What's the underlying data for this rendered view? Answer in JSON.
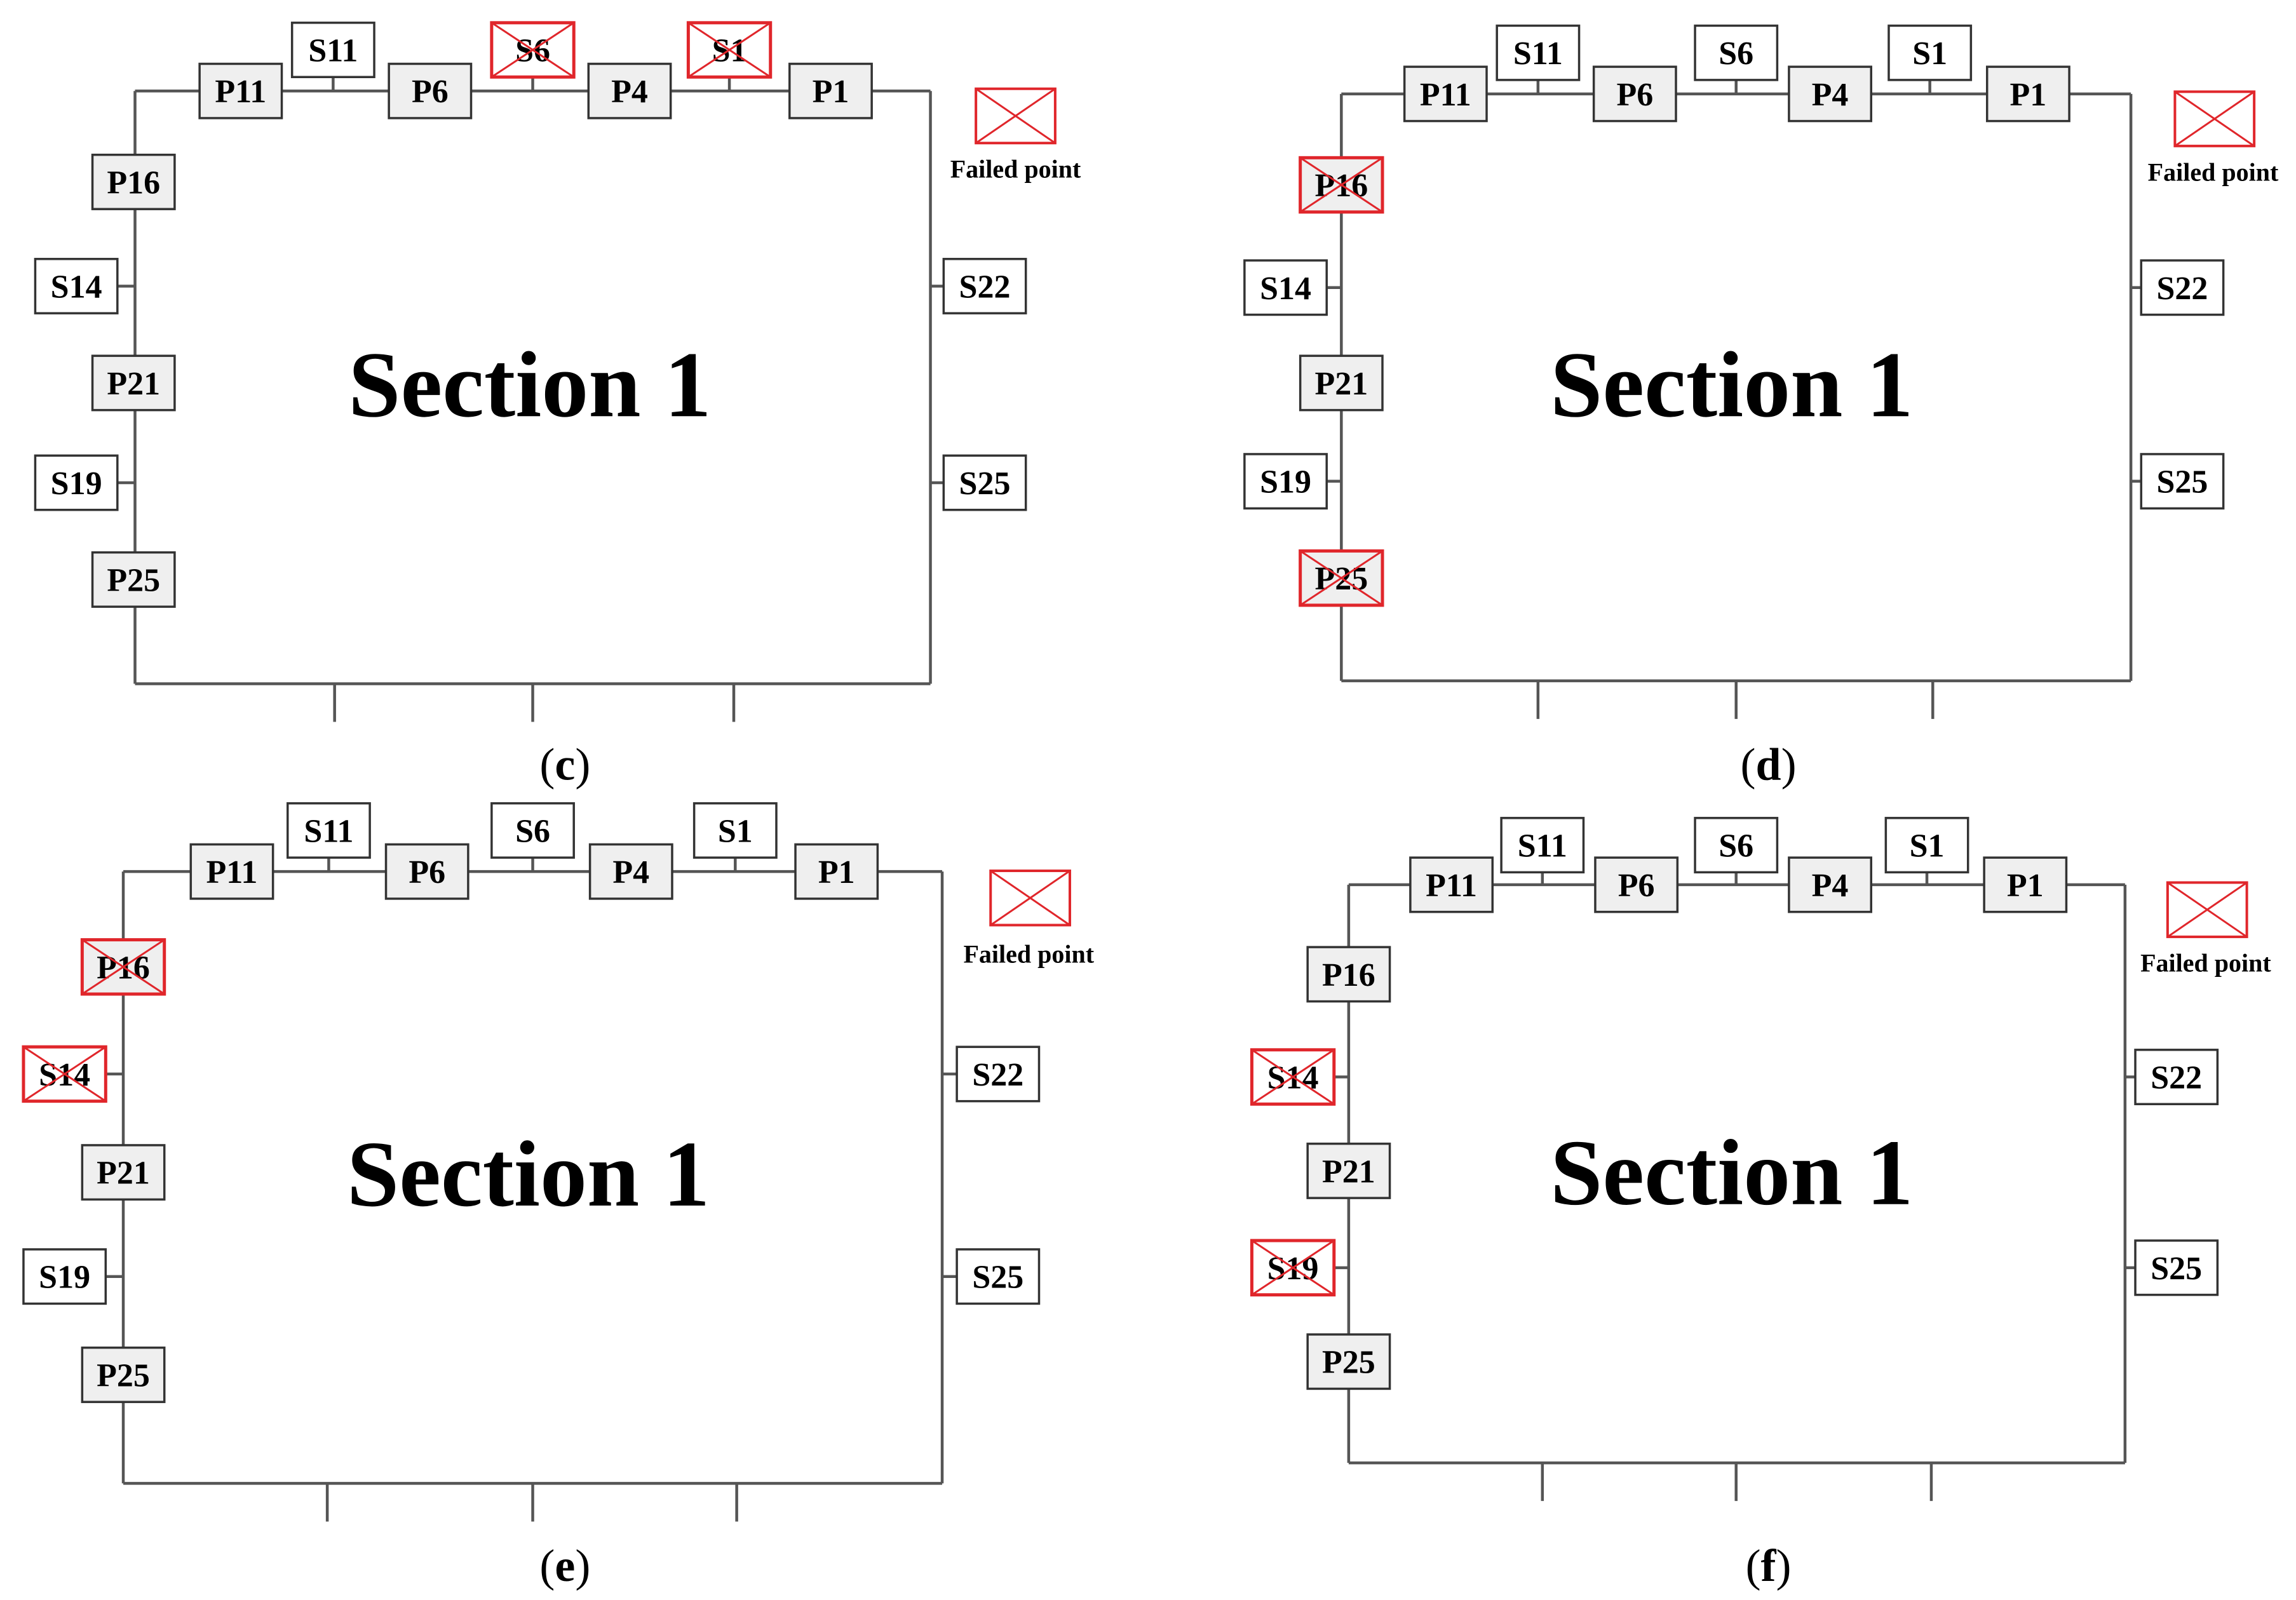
{
  "legend_label": "Failed point",
  "section_title": "Section 1",
  "colors": {
    "line": "#555555",
    "box_border": "#333333",
    "fail": "#e0262b",
    "p_fill": "#efefef",
    "s_fill": "#ffffff"
  },
  "panels": [
    {
      "id": "c",
      "caption": "(c)",
      "caption_letter": "c",
      "failed": [
        "S6",
        "S1"
      ]
    },
    {
      "id": "d",
      "caption": "(d)",
      "caption_letter": "d",
      "failed": [
        "P16",
        "P25"
      ]
    },
    {
      "id": "e",
      "caption": "(e)",
      "caption_letter": "e",
      "failed": [
        "P16",
        "S14"
      ]
    },
    {
      "id": "f",
      "caption": "(f)",
      "caption_letter": "f",
      "failed": [
        "S14",
        "S19"
      ]
    }
  ],
  "nodes": {
    "top_primary": [
      "P11",
      "P6",
      "P4",
      "P1"
    ],
    "top_secondary": [
      "S11",
      "S6",
      "S1"
    ],
    "left_primary": [
      "P16",
      "P21",
      "P25"
    ],
    "left_secondary": [
      "S14",
      "S19"
    ],
    "right_secondary": [
      "S22",
      "S25"
    ]
  }
}
